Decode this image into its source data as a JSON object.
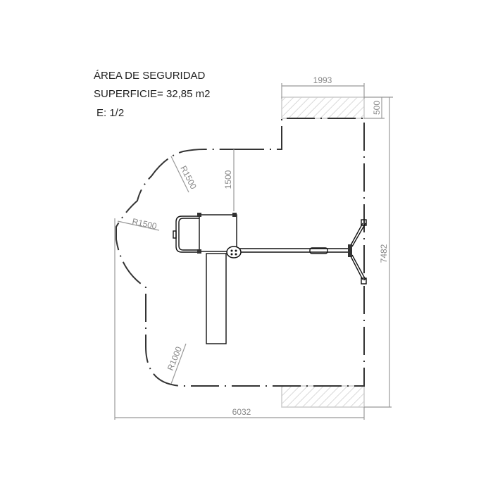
{
  "notes": {
    "title": "ÁREA DE SEGURIDAD",
    "surface": "SUPERFICIE= 32,85 m2",
    "scale": "E: 1/2"
  },
  "dimensions": {
    "top_width": "1993",
    "top_depth": "500",
    "total_height": "7482",
    "total_width": "6032",
    "clearance": "1500",
    "radius_upper": "R1500",
    "radius_left": "R1500",
    "radius_lower": "R1000"
  },
  "colors": {
    "outline": "#333333",
    "dimension": "#999999",
    "hatch": "#cccccc"
  }
}
